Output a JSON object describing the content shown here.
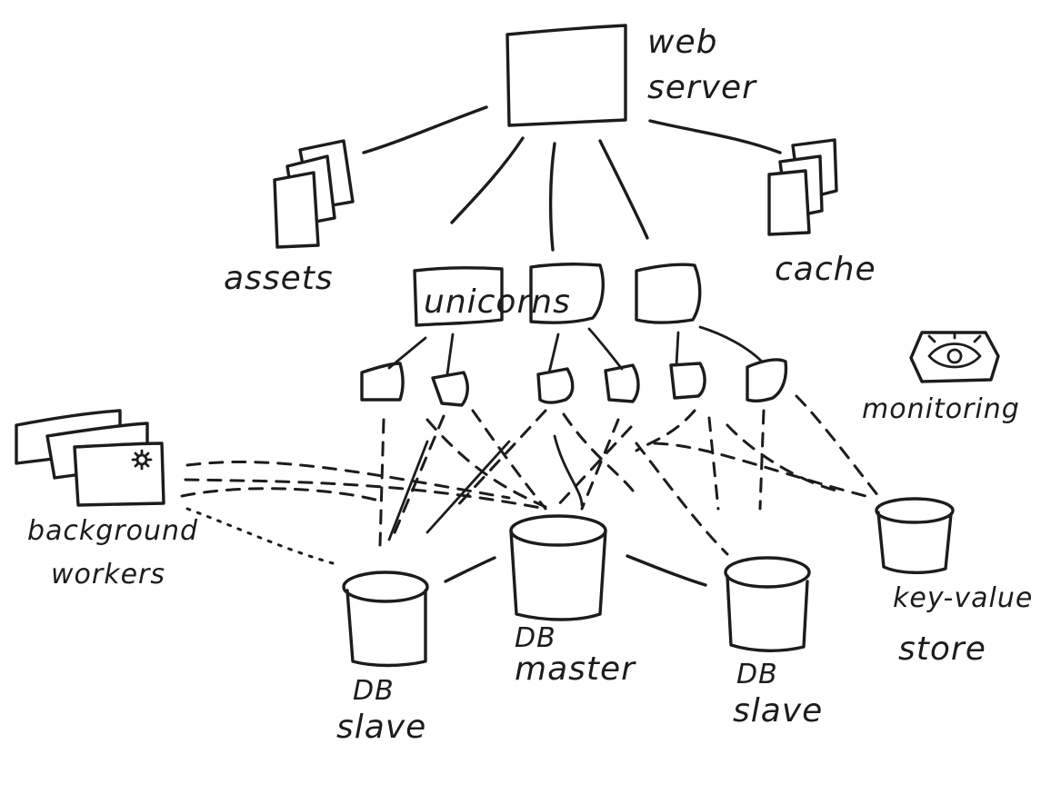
{
  "diagram": {
    "labels": {
      "web_server_line1": "web",
      "web_server_line2": "server",
      "assets": "assets",
      "cache": "cache",
      "unicorns": "unicorns",
      "monitoring": "monitoring",
      "background_workers_line1": "background",
      "background_workers_line2": "workers",
      "db_slave_left_line1": "DB",
      "db_slave_left_line2": "slave",
      "db_master_line1": "DB",
      "db_master_line2": "master",
      "db_slave_right_line1": "DB",
      "db_slave_right_line2": "slave",
      "kv_store_line1": "key-value",
      "kv_store_line2": "store"
    },
    "colors": {
      "ink": "#1c1c1c",
      "paper": "#ffffff"
    },
    "icons": [
      "monitoring-eye-icon",
      "gear-icon"
    ]
  }
}
